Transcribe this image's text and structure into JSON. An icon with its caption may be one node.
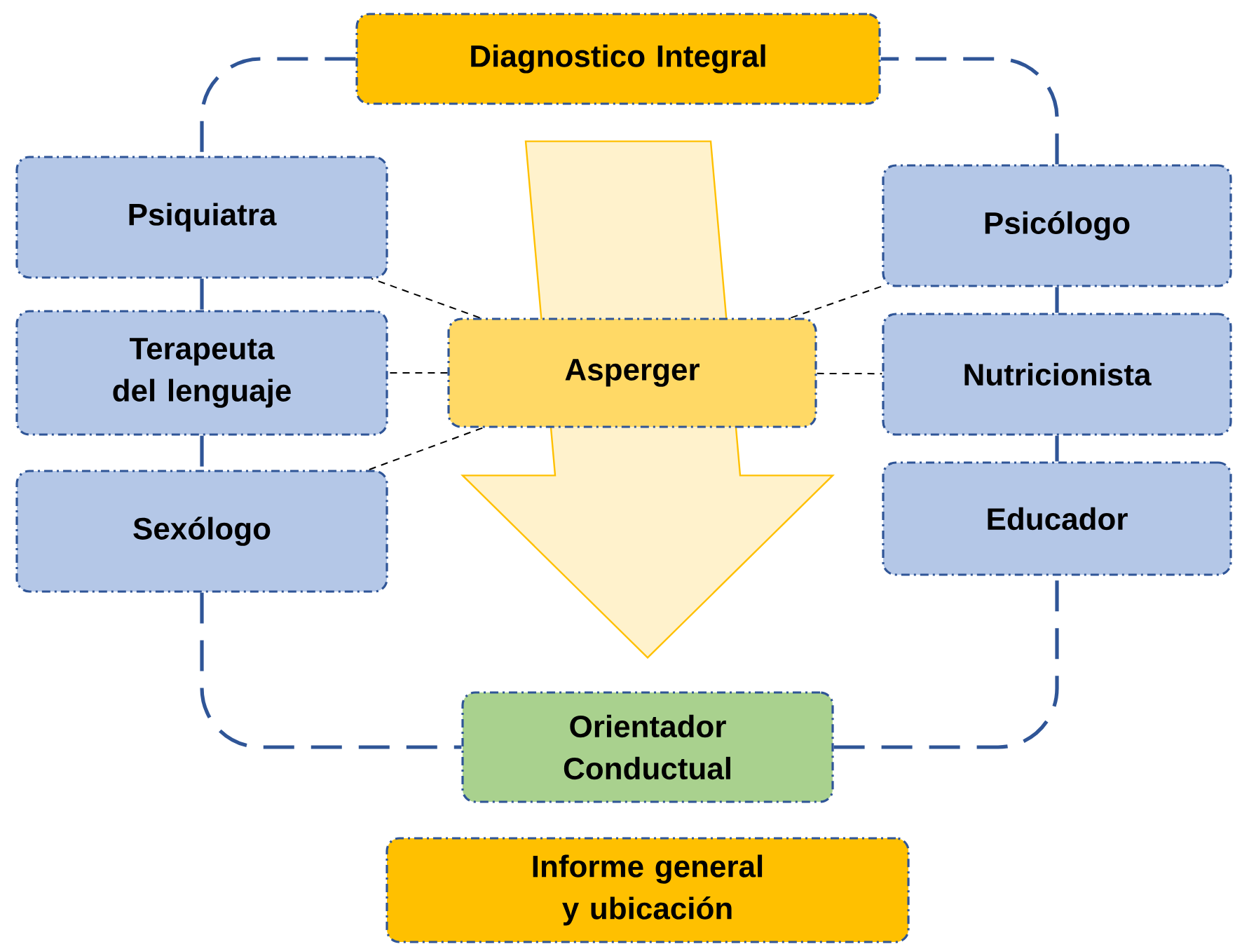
{
  "diagram": {
    "nodes": [
      {
        "text": [
          "Diagnostico Integral"
        ]
      },
      {
        "text": [
          "Psiquiatra"
        ]
      },
      {
        "text": [
          "Terapeuta del lenguaje"
        ]
      },
      {
        "text": [
          "Sexólogo"
        ]
      },
      {
        "text": [
          "Asperger"
        ]
      },
      {
        "text": [
          "Psicólogo"
        ]
      },
      {
        "text": [
          "Nutricionista"
        ]
      },
      {
        "text": [
          "Educador"
        ]
      },
      {
        "text": [
          "Orientador Conductual"
        ]
      },
      {
        "text": [
          "Informe general y ubicación"
        ]
      }
    ],
    "edges": [
      {
        "from": 0,
        "to": 1,
        "arrow": "none",
        "style": "dashed"
      },
      {
        "from": 1,
        "to": 2,
        "arrow": "none",
        "style": "dashed"
      },
      {
        "from": 2,
        "to": 3,
        "arrow": "none",
        "style": "dashed"
      },
      {
        "from": 3,
        "to": 8,
        "arrow": "none",
        "style": "dashed"
      },
      {
        "from": 8,
        "to": 7,
        "arrow": "none",
        "style": "dashed"
      },
      {
        "from": 7,
        "to": 6,
        "arrow": "none",
        "style": "dashed"
      },
      {
        "from": 6,
        "to": 5,
        "arrow": "none",
        "style": "dashed"
      },
      {
        "from": 5,
        "to": 0,
        "arrow": "none",
        "style": "dashed"
      },
      {
        "from": 4,
        "to": 1,
        "arrow": "none",
        "style": "dashed",
        "color": "#000000"
      },
      {
        "from": 4,
        "to": 2,
        "arrow": "none",
        "style": "dashed",
        "color": "#000000"
      },
      {
        "from": 4,
        "to": 3,
        "arrow": "none",
        "style": "dashed",
        "color": "#000000"
      },
      {
        "from": 4,
        "to": 5,
        "arrow": "none",
        "style": "dashed",
        "color": "#000000"
      },
      {
        "from": 4,
        "to": 6,
        "arrow": "none",
        "style": "dashed",
        "color": "#000000"
      },
      {
        "from": 0,
        "to": 8,
        "arrow": "to",
        "style": "thick",
        "color": "#ffc000"
      }
    ]
  }
}
